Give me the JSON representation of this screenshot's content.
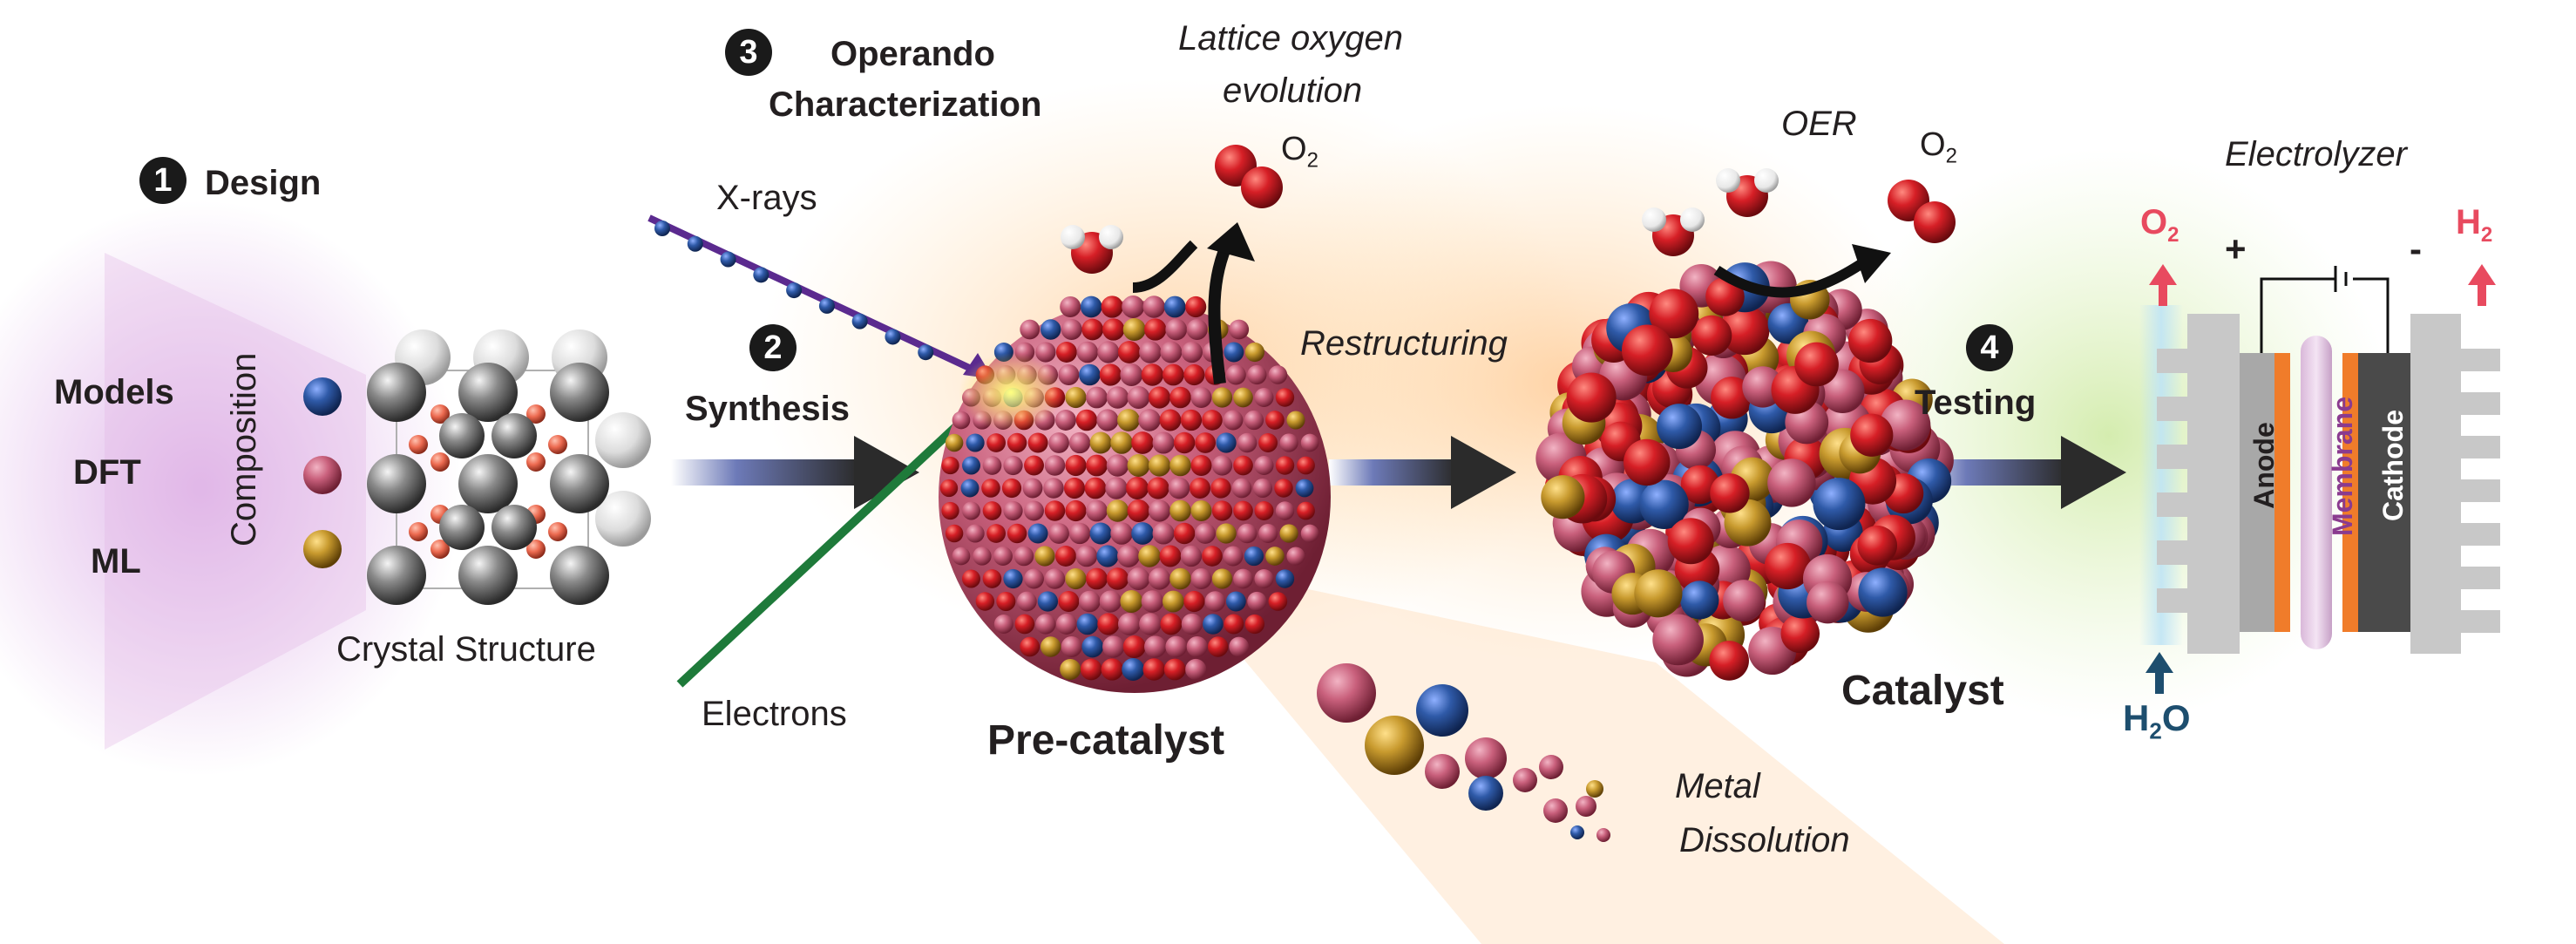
{
  "steps": {
    "design": {
      "number": "1",
      "label": "Design"
    },
    "synthesis": {
      "number": "2",
      "label": "Synthesis"
    },
    "operando": {
      "number": "3",
      "label_line1": "Operando",
      "label_line2": "Characterization"
    },
    "testing": {
      "number": "4",
      "label": "Testing"
    }
  },
  "design_methods": [
    "Models",
    "DFT",
    "ML"
  ],
  "composition_label": "Composition",
  "crystal_structure_label": "Crystal Structure",
  "probes": {
    "xrays": "X-rays",
    "electrons": "Electrons"
  },
  "precatalyst_label": "Pre-catalyst",
  "lattice_oxygen_line1": "Lattice oxygen",
  "lattice_oxygen_line2": "evolution",
  "o2_label": "O",
  "o2_sub": "2",
  "restructuring_label": "Restructuring",
  "oer_label": "OER",
  "catalyst_label": "Catalyst",
  "metal_dissolution_line1": "Metal",
  "metal_dissolution_line2": "Dissolution",
  "electrolyzer": {
    "title": "Electrolyzer",
    "plus": "+",
    "minus": "-",
    "anode": "Anode",
    "membrane": "Membrane",
    "cathode": "Cathode",
    "o2_out": "O",
    "h2_out": "H",
    "sub2": "2",
    "h2o_in": "H",
    "h2o_o": "O"
  },
  "colors": {
    "blue_metal": "#2f5aa8",
    "pink_metal": "#b5475f",
    "gold_metal": "#c89a2e",
    "oxygen_red": "#d61f26",
    "xray_purple": "#5b2a8f",
    "electron_green": "#1e7a3a",
    "anode_orange": "#f07c2a",
    "membrane_purple": "#8a3b8f",
    "o2_red": "#e84a5f",
    "h2o_blue": "#1d4e6e"
  }
}
